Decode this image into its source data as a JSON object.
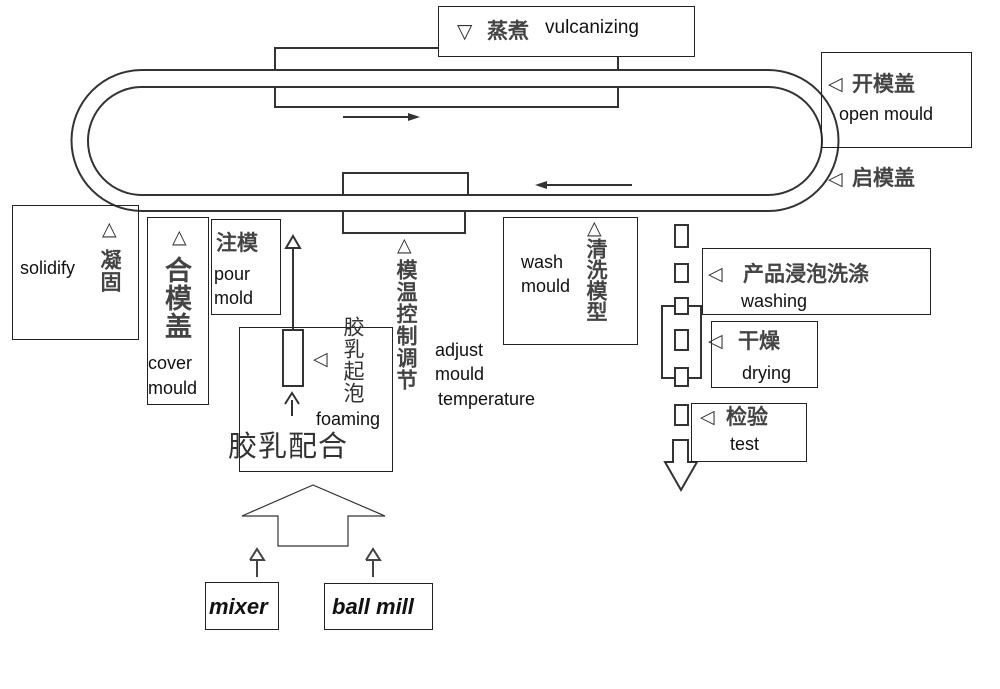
{
  "diagram": {
    "title": "Latex foam mould production line",
    "stations": {
      "vulcanizing": {
        "marker": "▽",
        "cn": "蒸煮",
        "en": "vulcanizing"
      },
      "open_mould": {
        "marker": "◁",
        "cn": "开模盖",
        "en": "open mould"
      },
      "open_lid": {
        "marker": "◁",
        "cn": "启模盖"
      },
      "solidify": {
        "marker": "△",
        "cn": "凝固",
        "en": "solidify"
      },
      "cover_mould": {
        "marker": "△",
        "cn": "合模盖",
        "en": "cover mould"
      },
      "pour_mold": {
        "cn": "注模",
        "en_line1": "pour",
        "en_line2": "mold"
      },
      "foaming": {
        "marker": "◁",
        "cn": "胶乳起泡",
        "en": "foaming"
      },
      "latex_compounding": {
        "cn": "胶乳配合"
      },
      "adjust_temp": {
        "marker": "△",
        "cn": "模温控制调节",
        "en_line1": "adjust",
        "en_line2": "mould",
        "en_line3": "temperature"
      },
      "wash_mould": {
        "marker": "△",
        "cn": "清洗模型",
        "en_line1": "wash",
        "en_line2": "mould"
      },
      "washing": {
        "marker": "◁",
        "cn": "产品浸泡洗涤",
        "en": "washing"
      },
      "drying": {
        "marker": "◁",
        "cn": "干燥",
        "en": "drying"
      },
      "test": {
        "marker": "◁",
        "cn": "检验",
        "en": "test"
      }
    },
    "inputs": [
      {
        "label": "mixer"
      },
      {
        "label": "ball mill"
      }
    ]
  }
}
